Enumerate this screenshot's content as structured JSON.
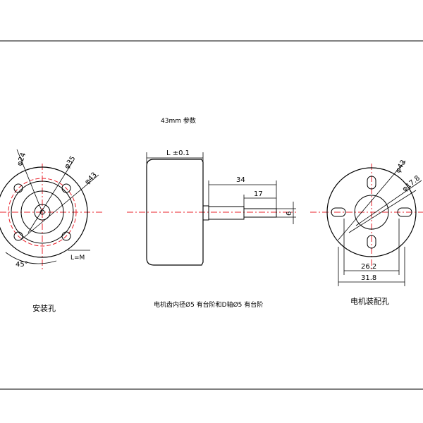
{
  "header_note": "43mm 参数",
  "left_view": {
    "caption": "安装孔",
    "angle_label": "45°",
    "dims": {
      "d24": "φ24",
      "d35": "φ35",
      "d43": "φ43"
    },
    "thread_note": "L=M"
  },
  "side_view": {
    "length_label": "L ±0.1",
    "d34": "34",
    "d17": "17",
    "d6": "6",
    "caption": "电机齿内径Ø5 有台阶和D轴Ø5 有台阶"
  },
  "right_view": {
    "caption": "电机装配孔",
    "d43": "φ43",
    "d17_8": "φ17.8",
    "w26_2": "26.2",
    "w31_8": "31.8"
  },
  "colors": {
    "line": "#000000",
    "centerline": "#e8202a"
  }
}
